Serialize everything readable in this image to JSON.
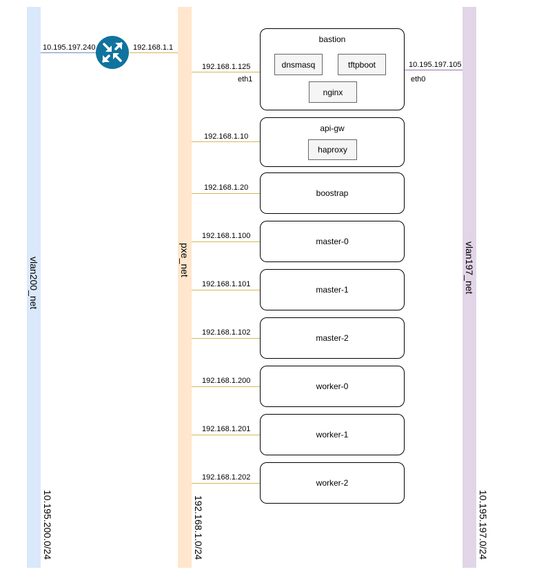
{
  "colors": {
    "vlan200": "#dae8fc",
    "pxe": "#ffe6cc",
    "vlan197": "#e1d5e7",
    "vlan200_link": "#6c8ebf",
    "pxe_link": "#d6b656",
    "vlan197_link": "#9673a6",
    "router": "#10739e"
  },
  "networks": {
    "vlan200": {
      "name": "vlan200_net",
      "cidr": "10.195.200.0/24"
    },
    "pxe": {
      "name": "pxe_net",
      "cidr": "192.168.1.0/24"
    },
    "vlan197": {
      "name": "vlan197_net",
      "cidr": "10.195.197.0/24"
    }
  },
  "router": {
    "icon": "router-icon",
    "left_ip": "10.195.197.240",
    "right_ip": "192.168.1.1"
  },
  "bastion": {
    "title": "bastion",
    "eth1_ip": "192.168.1.125",
    "eth1_label": "eth1",
    "eth0_ip": "10.195.197.105",
    "eth0_label": "eth0",
    "services": [
      "dnsmasq",
      "tftpboot",
      "nginx"
    ]
  },
  "api_gw": {
    "title": "api-gw",
    "ip": "192.168.1.10",
    "service": "haproxy"
  },
  "hosts": [
    {
      "name": "boostrap",
      "ip": "192.168.1.20"
    },
    {
      "name": "master-0",
      "ip": "192.168.1.100"
    },
    {
      "name": "master-1",
      "ip": "192.168.1.101"
    },
    {
      "name": "master-2",
      "ip": "192.168.1.102"
    },
    {
      "name": "worker-0",
      "ip": "192.168.1.200"
    },
    {
      "name": "worker-1",
      "ip": "192.168.1.201"
    },
    {
      "name": "worker-2",
      "ip": "192.168.1.202"
    }
  ]
}
